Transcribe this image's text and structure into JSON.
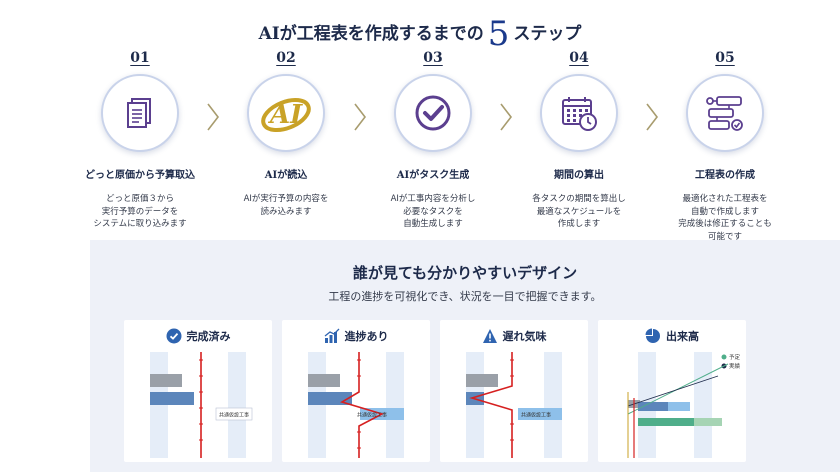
{
  "header": {
    "title_pre": "AIが工程表を作成するまでの",
    "title_num": "5",
    "title_post": "ステップ"
  },
  "steps": [
    {
      "num": "01",
      "title": "どっと原価から予算取込",
      "desc": [
        "どっと原価３から",
        "実行予算のデータを",
        "システムに取り込みます"
      ],
      "icon": "document-icon"
    },
    {
      "num": "02",
      "title": "AIが読込",
      "desc": [
        "AIが実行予算の内容を",
        "読み込みます"
      ],
      "icon": "ai-logo-icon"
    },
    {
      "num": "03",
      "title": "AIがタスク生成",
      "desc": [
        "AIが工事内容を分析し",
        "必要なタスクを",
        "自動生成します"
      ],
      "icon": "check-circle-icon"
    },
    {
      "num": "04",
      "title": "期間の算出",
      "desc": [
        "各タスクの期間を算出し",
        "最適なスケジュールを",
        "作成します"
      ],
      "icon": "calendar-clock-icon"
    },
    {
      "num": "05",
      "title": "工程表の作成",
      "desc": [
        "最適化された工程表を",
        "自動で作成します",
        "完成後は修正することも",
        "可能です"
      ],
      "icon": "flowchart-icon"
    }
  ],
  "design": {
    "title": "誰が見ても分かりやすいデザイン",
    "subtitle": "工程の進捗を可視化でき、状況を一目で把握できます。",
    "cards": [
      {
        "label": "完成済み",
        "icon": "check-badge-icon",
        "bar_label": "共通仮設工事"
      },
      {
        "label": "進捗あり",
        "icon": "bar-chart-icon",
        "bar_label": "共通仮設工事"
      },
      {
        "label": "遅れ気味",
        "icon": "warning-icon",
        "bar_label": "共通仮設工事"
      },
      {
        "label": "出来高",
        "icon": "pie-chart-icon",
        "legend": [
          "予定",
          "実績"
        ]
      }
    ]
  },
  "colors": {
    "navy": "#1d2a4a",
    "accent_blue": "#1b3a8c",
    "gold": "#c9a227",
    "purple": "#5b3f8f",
    "line_red": "#d62020",
    "bar_blue": "#5c86bb",
    "bar_gray": "#9aa0a8"
  }
}
